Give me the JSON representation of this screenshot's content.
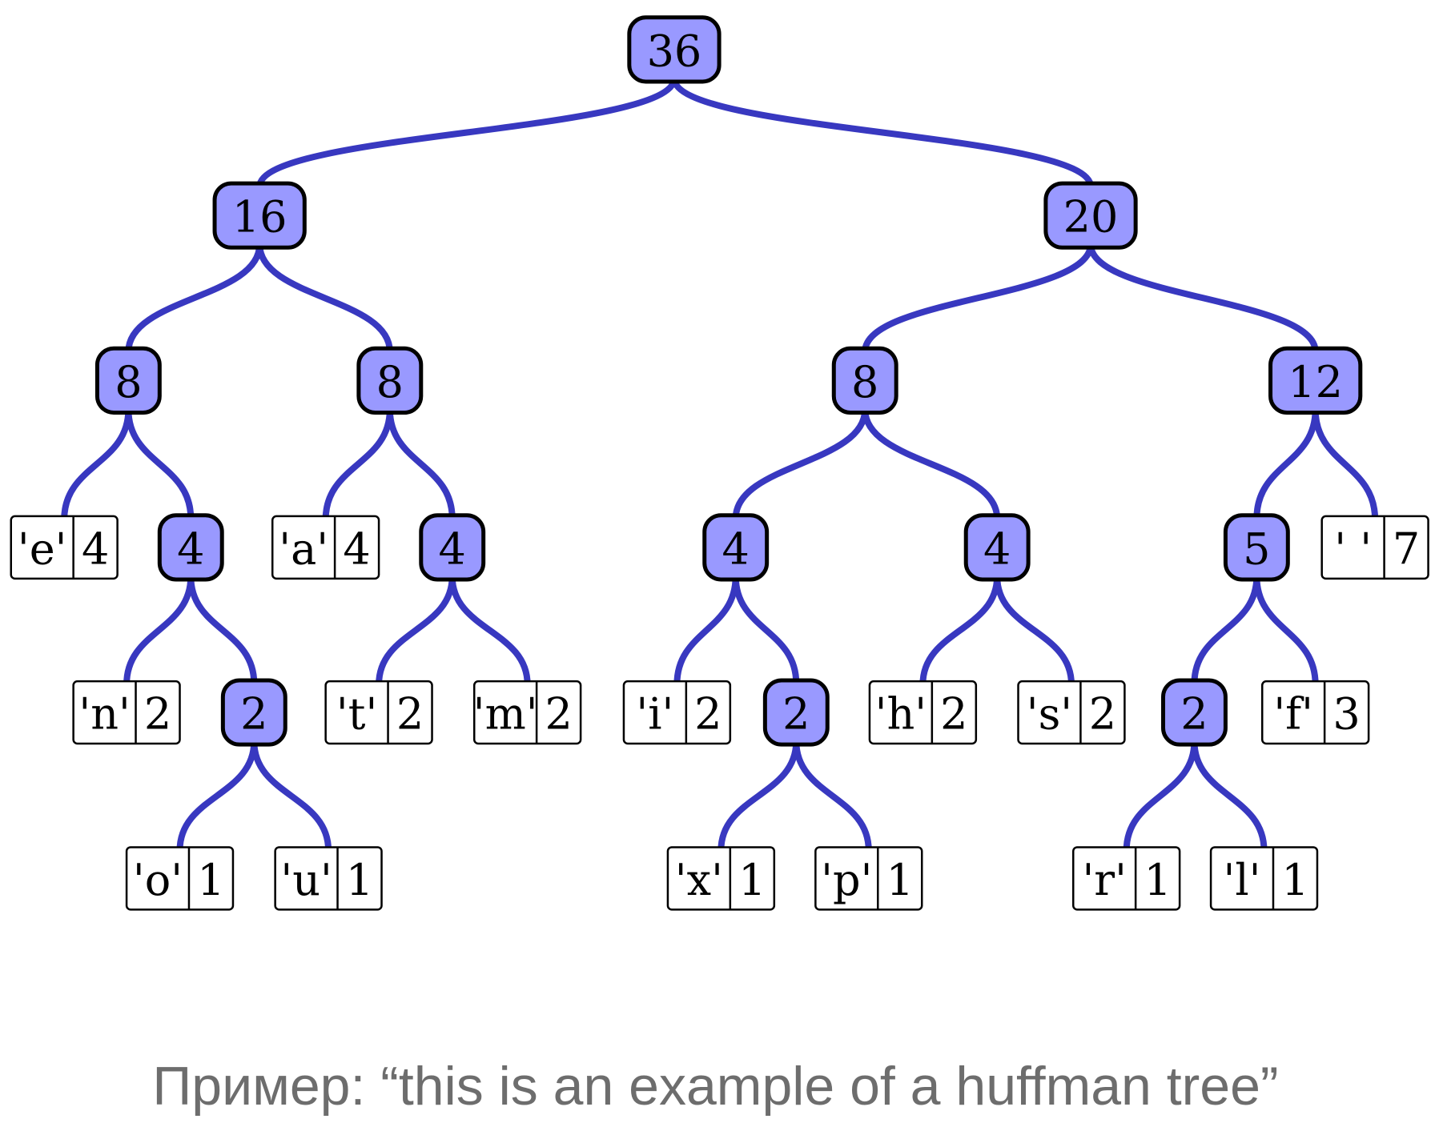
{
  "caption": "Пример: “this is an example of a huffman tree”",
  "colors": {
    "internal_fill": "#9999ff",
    "edge": "#3838c0",
    "caption": "#6d6d6d"
  },
  "tree": {
    "weight": "36",
    "children": [
      {
        "weight": "16",
        "children": [
          {
            "weight": "8",
            "children": [
              {
                "symbol": "'e'",
                "weight": "4"
              },
              {
                "weight": "4",
                "children": [
                  {
                    "symbol": "'n'",
                    "weight": "2"
                  },
                  {
                    "weight": "2",
                    "children": [
                      {
                        "symbol": "'o'",
                        "weight": "1"
                      },
                      {
                        "symbol": "'u'",
                        "weight": "1"
                      }
                    ]
                  }
                ]
              }
            ]
          },
          {
            "weight": "8",
            "children": [
              {
                "symbol": "'a'",
                "weight": "4"
              },
              {
                "weight": "4",
                "children": [
                  {
                    "symbol": "'t'",
                    "weight": "2"
                  },
                  {
                    "symbol": "'m'",
                    "weight": "2"
                  }
                ]
              }
            ]
          }
        ]
      },
      {
        "weight": "20",
        "children": [
          {
            "weight": "8",
            "children": [
              {
                "weight": "4",
                "children": [
                  {
                    "symbol": "'i'",
                    "weight": "2"
                  },
                  {
                    "weight": "2",
                    "children": [
                      {
                        "symbol": "'x'",
                        "weight": "1"
                      },
                      {
                        "symbol": "'p'",
                        "weight": "1"
                      }
                    ]
                  }
                ]
              },
              {
                "weight": "4",
                "children": [
                  {
                    "symbol": "'h'",
                    "weight": "2"
                  },
                  {
                    "symbol": "'s'",
                    "weight": "2"
                  }
                ]
              }
            ]
          },
          {
            "weight": "12",
            "children": [
              {
                "weight": "5",
                "children": [
                  {
                    "weight": "2",
                    "children": [
                      {
                        "symbol": "'r'",
                        "weight": "1"
                      },
                      {
                        "symbol": "'l'",
                        "weight": "1"
                      }
                    ]
                  },
                  {
                    "symbol": "'f'",
                    "weight": "3"
                  }
                ]
              },
              {
                "symbol": "' '",
                "weight": "7"
              }
            ]
          }
        ]
      }
    ]
  }
}
